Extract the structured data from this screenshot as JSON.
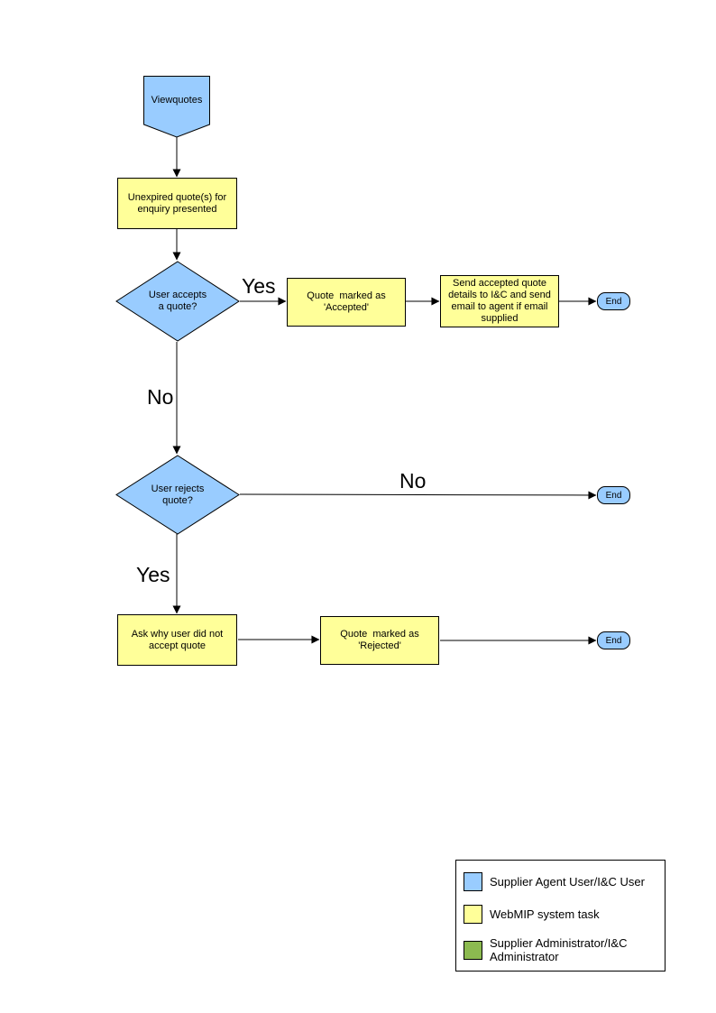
{
  "diagram": {
    "type": "flowchart",
    "colors": {
      "supplier_agent_user": "#99CCFF",
      "webmip_system_task": "#FFFF99",
      "supplier_administrator": "#8CBA50",
      "line": "#000000",
      "background": "#FFFFFF"
    },
    "nodes": {
      "start": {
        "type": "off-page-connector",
        "label": "Viewquotes"
      },
      "present_quotes": {
        "type": "process",
        "label": "Unexpired quote(s) for\nenquiry presented"
      },
      "accepts_decision": {
        "type": "decision",
        "label": "User accepts\na quote?"
      },
      "mark_accepted": {
        "type": "process",
        "label": "Quote  marked as\n'Accepted'"
      },
      "send_details": {
        "type": "process",
        "label": "Send accepted quote\ndetails to I&C and send\nemail to agent if email\nsupplied"
      },
      "end_accepted": {
        "type": "terminator",
        "label": "End"
      },
      "rejects_decision": {
        "type": "decision",
        "label": "User rejects\nquote?"
      },
      "end_no_reject": {
        "type": "terminator",
        "label": "End"
      },
      "ask_why": {
        "type": "process",
        "label": "Ask why user did not\naccept quote"
      },
      "mark_rejected": {
        "type": "process",
        "label": "Quote  marked as\n'Rejected'"
      },
      "end_rejected": {
        "type": "terminator",
        "label": "End"
      }
    },
    "edge_labels": {
      "accepts_yes": "Yes",
      "accepts_no": "No",
      "rejects_no": "No",
      "rejects_yes": "Yes"
    },
    "legend": {
      "items": [
        {
          "color": "#99CCFF",
          "label": "Supplier Agent User/I&C User"
        },
        {
          "color": "#FFFF99",
          "label": "WebMIP system task"
        },
        {
          "color": "#8CBA50",
          "label": "Supplier Administrator/I&C\nAdministrator"
        }
      ]
    }
  }
}
